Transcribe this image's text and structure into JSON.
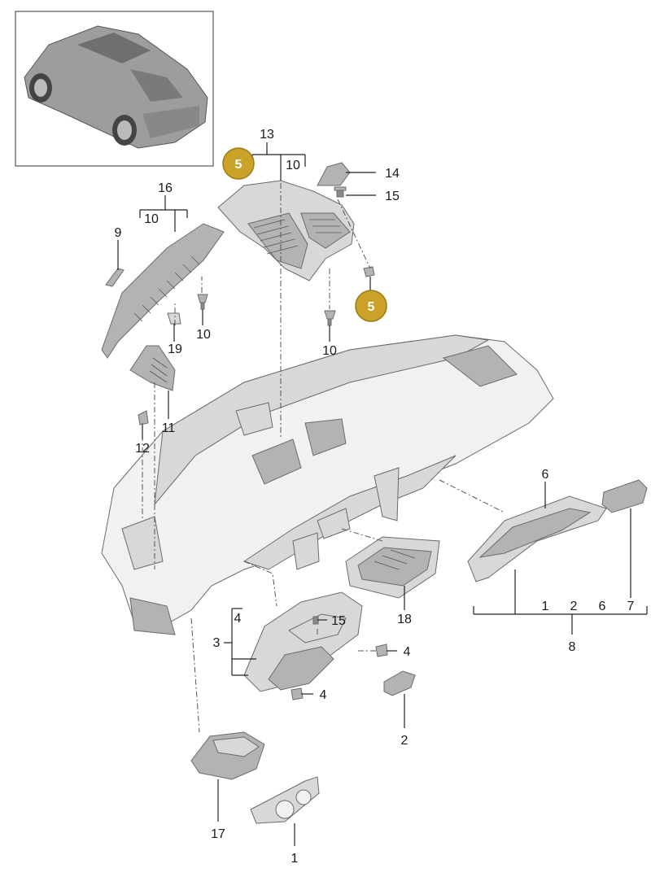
{
  "callouts": {
    "c1": "1",
    "c2": "2",
    "c3": "3",
    "c4a": "4",
    "c4b": "4",
    "c4c": "4",
    "c6": "6",
    "c8": "8",
    "c9": "9",
    "c10a": "10",
    "c10b": "10",
    "c10c": "10",
    "c10d": "10",
    "c11": "11",
    "c12": "12",
    "c13": "13",
    "c14": "14",
    "c15a": "15",
    "c15b": "15",
    "c16": "16",
    "c17": "17",
    "c18": "18",
    "c19": "19"
  },
  "kit8_members": [
    "1",
    "2",
    "6",
    "7"
  ],
  "badges": {
    "b1": "5",
    "b2": "5"
  },
  "colors": {
    "badge_fill": "#C9A227",
    "badge_stroke": "#9c7d17"
  },
  "icons": {
    "vehicle_thumbnail": "car-icon"
  }
}
